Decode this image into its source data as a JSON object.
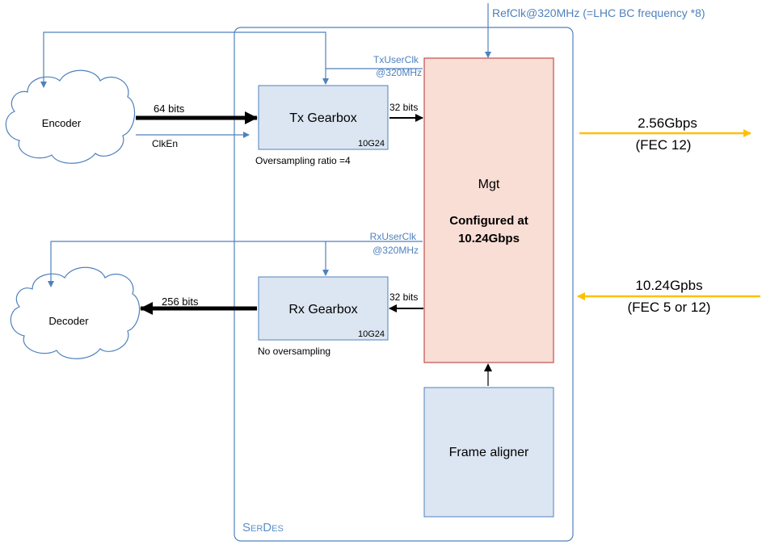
{
  "refclk": {
    "label": "RefClk@320MHz (=LHC BC frequency *8)"
  },
  "encoder": {
    "label": "Encoder"
  },
  "decoder": {
    "label": "Decoder"
  },
  "tx_gearbox": {
    "label": "Tx Gearbox",
    "tag": "10G24",
    "note": "Oversampling ratio =4"
  },
  "rx_gearbox": {
    "label": "Rx Gearbox",
    "tag": "10G24",
    "note": "No oversampling"
  },
  "tx_input": {
    "bits": "64 bits",
    "clken": "ClkEn"
  },
  "tx_output": {
    "bits": "32 bits"
  },
  "rx_input": {
    "bits": "32 bits"
  },
  "rx_output": {
    "bits": "256 bits"
  },
  "tx_userclk": {
    "line1": "TxUserClk",
    "line2": "@320MHz"
  },
  "rx_userclk": {
    "line1": "RxUserClk",
    "line2": "@320MHz"
  },
  "mgt": {
    "title": "Mgt",
    "config_line1": "Configured at",
    "config_line2": "10.24Gbps"
  },
  "frame_aligner": {
    "label": "Frame aligner"
  },
  "serdes": {
    "label": "SerDes"
  },
  "tx_link": {
    "rate": "2.56Gbps",
    "fec": "(FEC 12)"
  },
  "rx_link": {
    "rate": "10.24Gpbs",
    "fec": "(FEC 5 or 12)"
  },
  "colors": {
    "blue_line": "#4f81bd",
    "box_fill": "#dce6f2",
    "mgt_fill": "#f9ded5",
    "mgt_border": "#c0504d",
    "link_arrow": "#ffc000"
  }
}
